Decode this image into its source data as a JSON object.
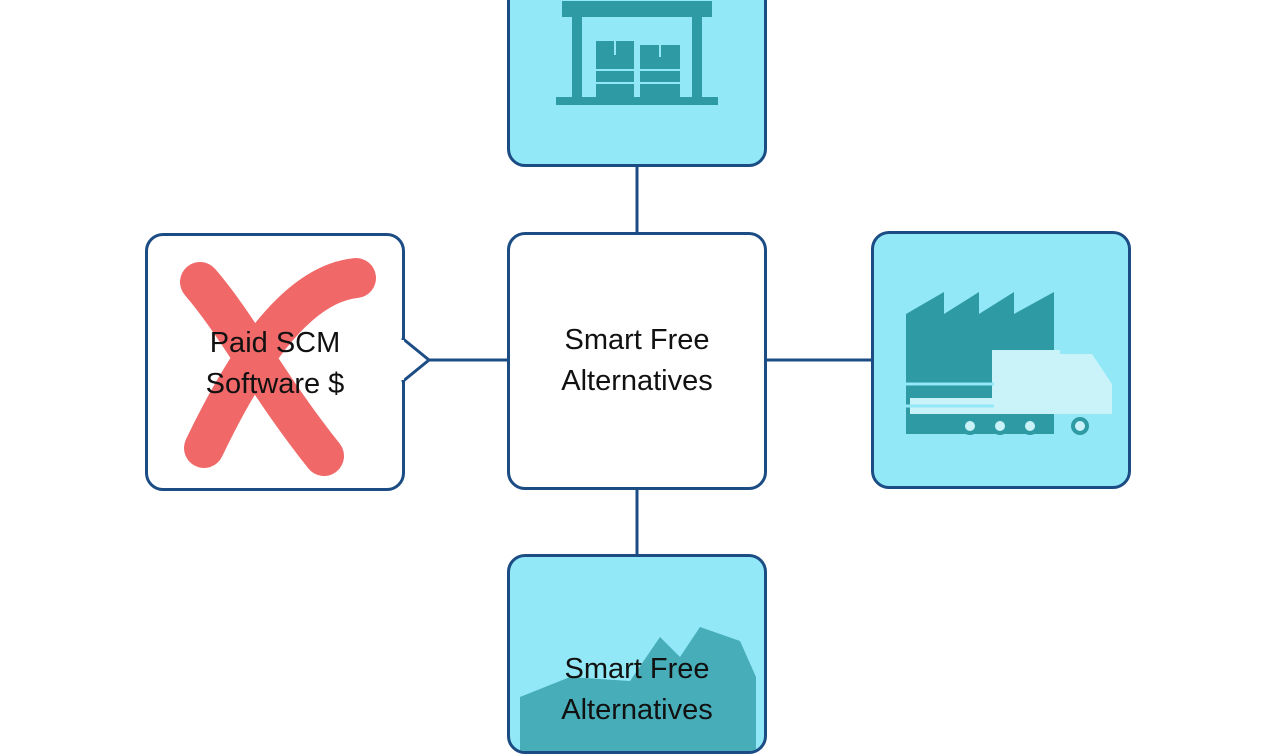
{
  "diagram": {
    "center": {
      "line1": "Smart Free",
      "line2": "Alternatives"
    },
    "left": {
      "line1": "Paid SCM",
      "line2": "Software $"
    },
    "bottom": {
      "line1": "Smart Free",
      "line2": "Alternatives"
    },
    "top": {
      "icon": "warehouse-icon"
    },
    "right": {
      "icon": "factory-truck-icon"
    }
  },
  "colors": {
    "node_fill": "#92e8f6",
    "node_border": "#1c4c84",
    "icon_teal": "#2e9aa3",
    "cross_red": "#f06868"
  }
}
